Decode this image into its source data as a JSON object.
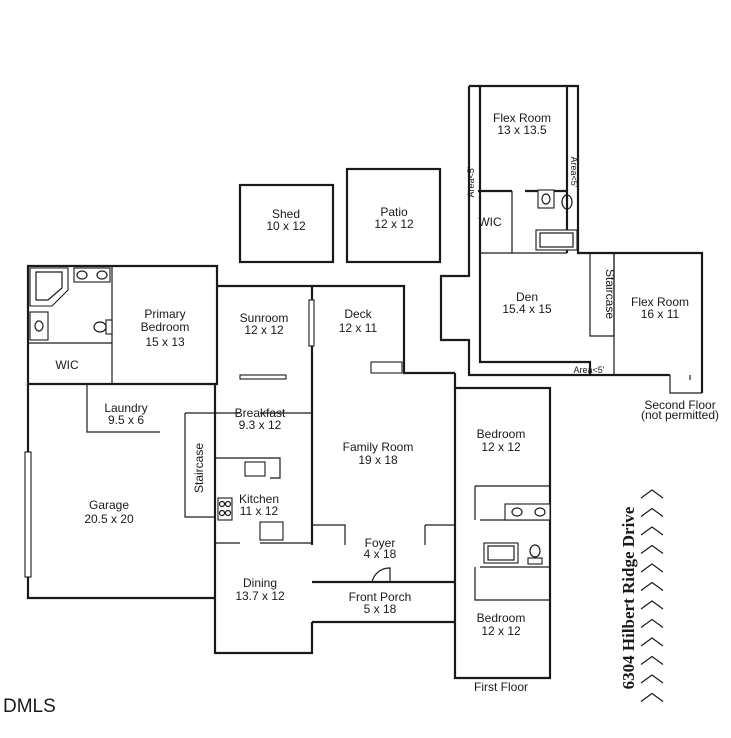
{
  "rooms": {
    "shed": {
      "name": "Shed",
      "size": "10 x 12"
    },
    "patio": {
      "name": "Patio",
      "size": "12 x 12"
    },
    "primary_bedroom": {
      "name1": "Primary",
      "name2": "Bedroom",
      "size": "15 x 13"
    },
    "wic_main": {
      "name": "WIC"
    },
    "sunroom": {
      "name": "Sunroom",
      "size": "12 x 12"
    },
    "deck": {
      "name": "Deck",
      "size": "12 x 11"
    },
    "laundry": {
      "name": "Laundry",
      "size": "9.5 x 6"
    },
    "breakfast": {
      "name": "Breakfast",
      "size": "9.3 x 12"
    },
    "family_room": {
      "name": "Family Room",
      "size": "19 x 18"
    },
    "garage": {
      "name": "Garage",
      "size": "20.5 x 20"
    },
    "staircase_main": {
      "name": "Staircase"
    },
    "kitchen": {
      "name": "Kitchen",
      "size": "11 x 12"
    },
    "foyer": {
      "name": "Foyer",
      "size": "4 x 18"
    },
    "dining": {
      "name": "Dining",
      "size": "13.7 x 12"
    },
    "front_porch": {
      "name": "Front Porch",
      "size": "5 x 18"
    },
    "bedroom_upper": {
      "name": "Bedroom",
      "size": "12 x 12"
    },
    "bedroom_lower": {
      "name": "Bedroom",
      "size": "12 x 12"
    },
    "flex_upper": {
      "name": "Flex Room",
      "size": "13 x 13.5"
    },
    "wic_second": {
      "name": "WIC"
    },
    "den": {
      "name": "Den",
      "size": "15.4 x 15"
    },
    "staircase_second": {
      "name": "Staircase"
    },
    "flex_right": {
      "name": "Flex Room",
      "size": "16 x 11"
    }
  },
  "area_labels": {
    "left": "Area<5'",
    "right": "Area<5'",
    "bottom": "Area<5'"
  },
  "floor_labels": {
    "first": "First Floor",
    "second": "Second Floor",
    "second_note": "(not permitted)"
  },
  "address": "6304 Hilbert Ridge Drive",
  "logo": "DMLS"
}
